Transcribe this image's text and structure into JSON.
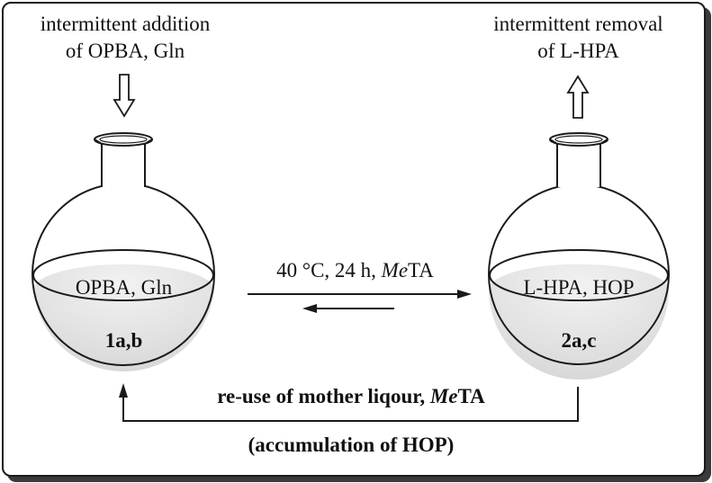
{
  "left": {
    "caption_line1": "intermittent addition",
    "caption_line2": "of OPBA, Gln",
    "flask_label": "OPBA, Gln",
    "compound": "1a,b"
  },
  "right": {
    "caption_line1": "intermittent removal",
    "caption_line2": "of L-HPA",
    "flask_label": "L-HPA, HOP",
    "compound": "2a,c"
  },
  "reaction": {
    "conditions_prefix": "40 °C, 24 h, ",
    "catalyst_italic": "Me",
    "catalyst_rest": "TA"
  },
  "recycle": {
    "line_prefix": "re-use of mother liqour, ",
    "catalyst_italic": "Me",
    "catalyst_rest": "TA",
    "note": "(accumulation of HOP)"
  },
  "colors": {
    "line": "#1a1a1a",
    "liquid": "#e6e6e6",
    "shadow": "#3a3a3a"
  }
}
